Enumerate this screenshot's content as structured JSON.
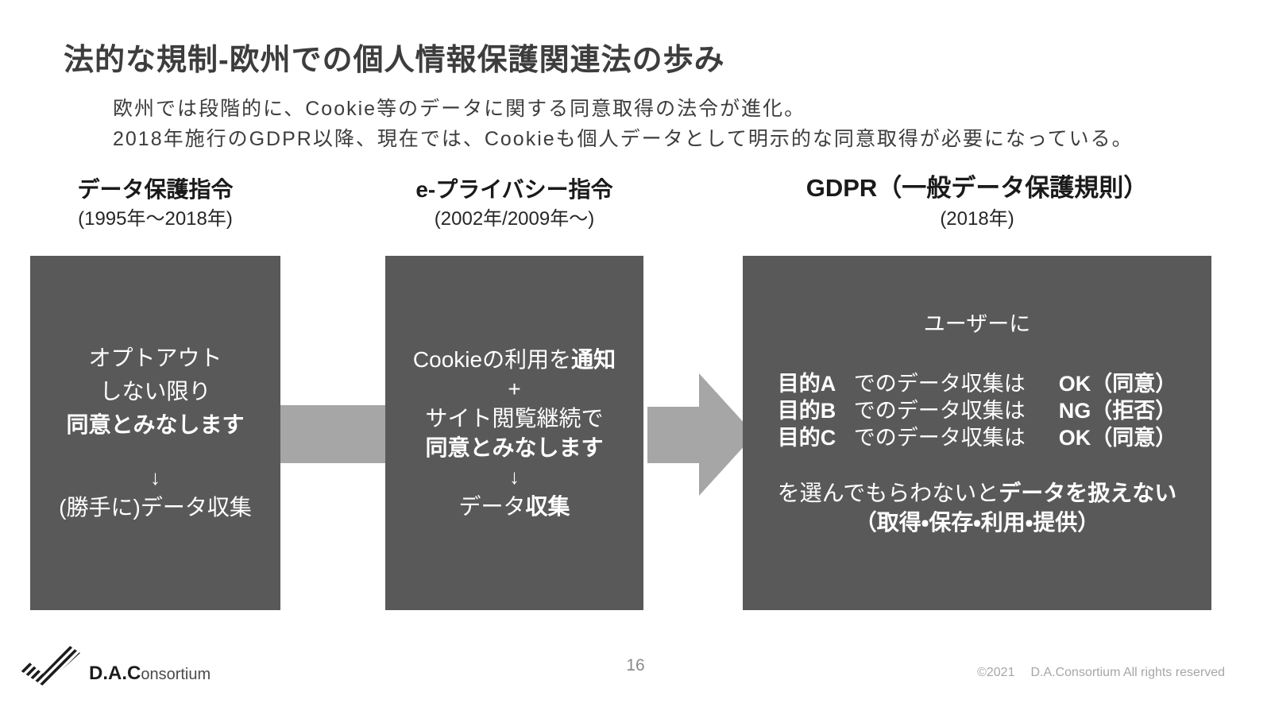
{
  "colors": {
    "box_bg": "#595959",
    "connector": "#a6a6a6",
    "text_on_box": "#ffffff",
    "title_text": "#3d3d3d",
    "heading_text": "#1a1a1a",
    "footer_text": "#a6a6a6",
    "page_number": "#8a8a8a"
  },
  "title": "法的な規制-欧州での個人情報保護関連法の歩み",
  "subtitle": {
    "line1": "欧州では段階的に、Cookie等のデータに関する同意取得の法令が進化。",
    "line2": "2018年施行のGDPR以降、現在では、Cookieも個人データとして明示的な同意取得が必要になっている。"
  },
  "columns": [
    {
      "heading": "データ保護指令",
      "period": "(1995年〜2018年)"
    },
    {
      "heading": "e-プライバシー指令",
      "period": "(2002年/2009年〜)"
    },
    {
      "heading": "GDPR（一般データ保護規則）",
      "period": "(2018年)"
    }
  ],
  "box1": {
    "line1": "オプトアウト",
    "line2": "しない限り",
    "line3": "同意とみなします",
    "down_arrow": "↓",
    "line4": "(勝手に)データ収集"
  },
  "box2": {
    "line1_normal": "Cookieの利用を",
    "line1_bold": "通知",
    "plus": "+",
    "line2": "サイト閲覧継続で",
    "line3": "同意とみなします",
    "down_arrow": "↓",
    "line4_normal": "データ",
    "line4_bold": "収集"
  },
  "box3": {
    "intro": "ユーザーに",
    "rows": [
      {
        "purpose": "目的A",
        "middle": "でのデータ収集は",
        "result": "OK（同意）"
      },
      {
        "purpose": "目的B",
        "middle": "でのデータ収集は",
        "result": "NG（拒否）"
      },
      {
        "purpose": "目的C",
        "middle": "でのデータ収集は",
        "result": "OK（同意）"
      }
    ],
    "outro_normal": "を選んでもらわないと",
    "outro_bold": "データを扱えない",
    "outro_line2": "（取得・保存・利用・提供）"
  },
  "footer": {
    "logo_bold": "D.A.C",
    "logo_light": "onsortium",
    "page_number": "16",
    "copyright_year": "©2021",
    "copyright_text": "D.A.Consortium All rights reserved"
  }
}
